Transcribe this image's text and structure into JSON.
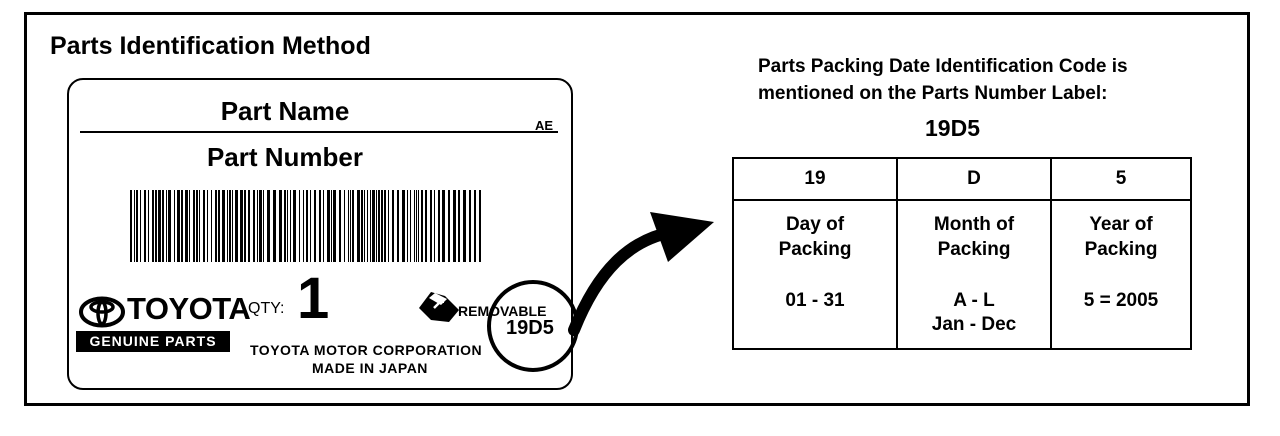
{
  "title": "Parts Identification Method",
  "label": {
    "part_name": "Part Name",
    "suffix": "AE",
    "part_number": "Part Number",
    "brand": "TOYOTA",
    "brand_sub": "GENUINE PARTS",
    "qty_label": "QTY:",
    "qty_value": "1",
    "removable": "REMOVABLE",
    "code": "19D5",
    "corporation": "TOYOTA MOTOR CORPORATION",
    "origin": "MADE IN JAPAN",
    "icons": [
      "toyota-emblem-icon",
      "removable-tag-icon",
      "barcode"
    ]
  },
  "explanation": {
    "heading_line1": "Parts Packing Date Identification Code is",
    "heading_line2": "mentioned on the Parts Number Label:",
    "code": "19D5",
    "columns": [
      {
        "code": "19",
        "desc_line1": "Day of",
        "desc_line2": "Packing",
        "range_line1": "01 - 31",
        "range_line2": ""
      },
      {
        "code": "D",
        "desc_line1": "Month of",
        "desc_line2": "Packing",
        "range_line1": "A - L",
        "range_line2": "Jan - Dec"
      },
      {
        "code": "5",
        "desc_line1": "Year of",
        "desc_line2": "Packing",
        "range_line1": "5 = 2005",
        "range_line2": ""
      }
    ]
  }
}
